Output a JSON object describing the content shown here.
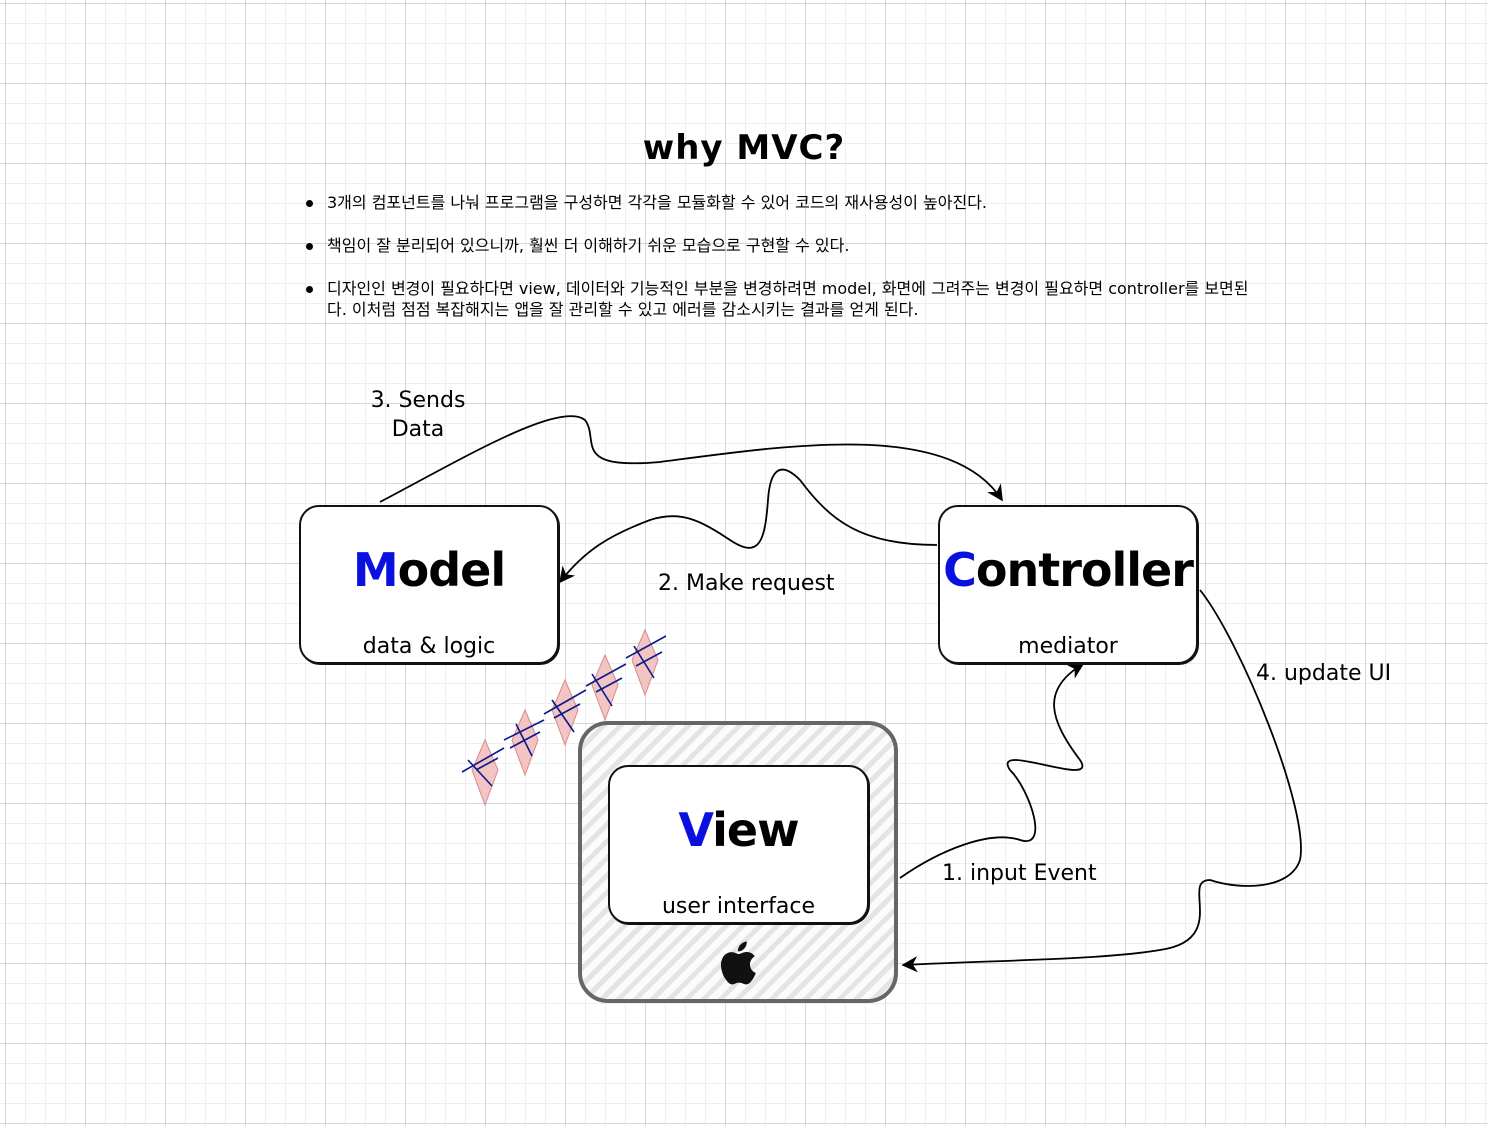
{
  "title": "why MVC?",
  "bullets": [
    "3개의 컴포넌트를 나눠 프로그램을 구성하면 각각을 모듈화할 수 있어 코드의 재사용성이 높아진다.",
    "책임이 잘 분리되어 있으니까, 훨씬 더 이해하기 쉬운 모습으로 구현할 수 있다.",
    "디자인인 변경이 필요하다면 view, 데이터와 기능적인 부분을 변경하려면 model, 화면에 그려주는 변경이 필요하면 controller를 보면된다. 이처럼 점점 복잡해지는 앱을 잘 관리할 수 있고 에러를 감소시키는 결과를 얻게 된다."
  ],
  "nodes": {
    "model": {
      "first_letter": "M",
      "rest": "odel",
      "subtitle": "data & logic"
    },
    "controller": {
      "first_letter": "C",
      "rest": "ontroller",
      "subtitle": "mediator"
    },
    "view": {
      "first_letter": "V",
      "rest": "iew",
      "subtitle": "user interface",
      "icon": "apple-icon"
    }
  },
  "edges": {
    "sends_data_line1": "3. Sends",
    "sends_data_line2": "Data",
    "make_request": "2. Make request",
    "update_ui": "4. update UI",
    "input_event": "1. input Event"
  },
  "colors": {
    "accent_letter": "#0a10e0",
    "stamp_fill": "#f2c4c4",
    "stamp_stroke": "#0a1a8a",
    "view_frame_border": "#666666"
  }
}
